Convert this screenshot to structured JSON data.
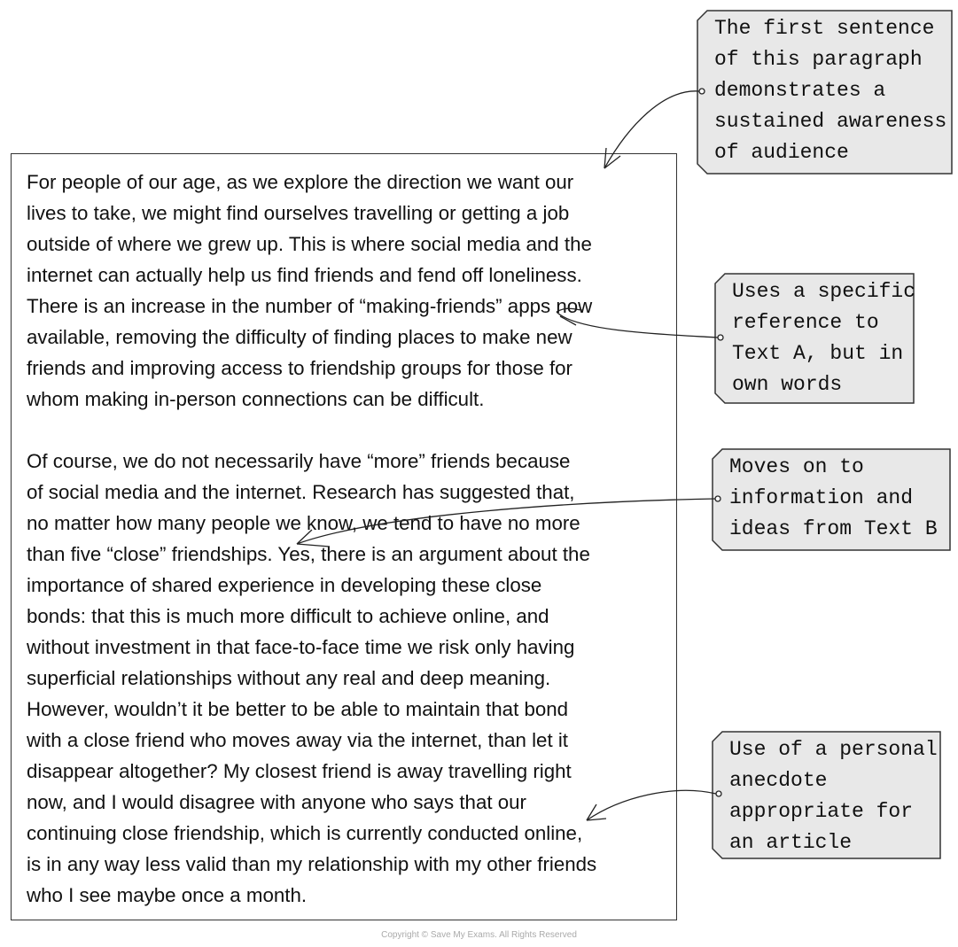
{
  "article": {
    "paragraphs": [
      [
        "For people of our age, as we explore the direction we want our",
        "lives to take, we might find ourselves travelling or getting a job",
        "outside of where we grew up. This is where social media and the",
        "internet can actually help us find friends and fend off loneliness.",
        "There is an increase in the number of “making-friends” apps now",
        "available, removing the difficulty of finding places to make new",
        "friends and improving access to friendship groups for those for",
        "whom making in-person connections can be difficult."
      ],
      [
        "Of course, we do not necessarily have “more” friends because",
        "of social media and the internet. Research has suggested that,",
        "no matter how many people we know, we tend to have no more",
        "than five “close” friendships. Yes, there is an argument about the",
        "importance of shared experience in developing these close",
        "bonds: that this is much more difficult to achieve online, and",
        "without investment in that face-to-face time we risk only having",
        "superficial relationships without any real and deep meaning.",
        "However, wouldn’t it be better to be able to maintain that bond",
        "with a close friend who moves away via the internet, than let it",
        "disappear altogether? My closest friend is away travelling right",
        "now, and I would disagree with anyone who says that our",
        "continuing close friendship, which is currently conducted online,",
        "is in any way less valid than my relationship with my other friends",
        "who I see maybe once a month."
      ]
    ]
  },
  "annotations": [
    {
      "lines": [
        "The first sentence",
        "of this paragraph",
        "demonstrates a",
        "sustained awareness",
        "of audience"
      ]
    },
    {
      "lines": [
        "Uses a specific",
        "reference to",
        "Text A, but in",
        "own words"
      ]
    },
    {
      "lines": [
        "Moves on to",
        "information and",
        "ideas from Text B"
      ]
    },
    {
      "lines": [
        "Use of a personal",
        "anecdote",
        "appropriate for",
        "an article"
      ]
    }
  ],
  "colors": {
    "annotation_fill": "#e8e8e8",
    "border": "#333333"
  },
  "footer": {
    "copyright": "Copyright © Save My Exams. All Rights Reserved"
  }
}
